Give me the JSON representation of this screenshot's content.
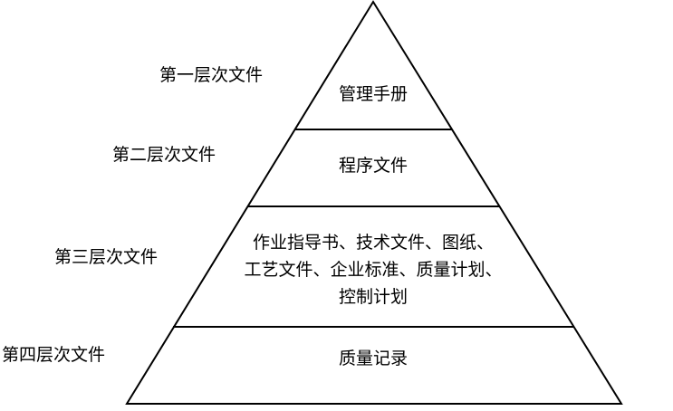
{
  "pyramid": {
    "tiers": [
      {
        "level_label": "第一层次文件",
        "lines": [
          "管理手册"
        ]
      },
      {
        "level_label": "第二层次文件",
        "lines": [
          "程序文件"
        ]
      },
      {
        "level_label": "第三层次文件",
        "lines": [
          "作业指导书、技术文件、图纸、",
          "工艺文件、企业标准、质量计划、",
          "控制计划"
        ]
      },
      {
        "level_label": "第四层次文件",
        "lines": [
          "质量记录"
        ]
      }
    ]
  }
}
